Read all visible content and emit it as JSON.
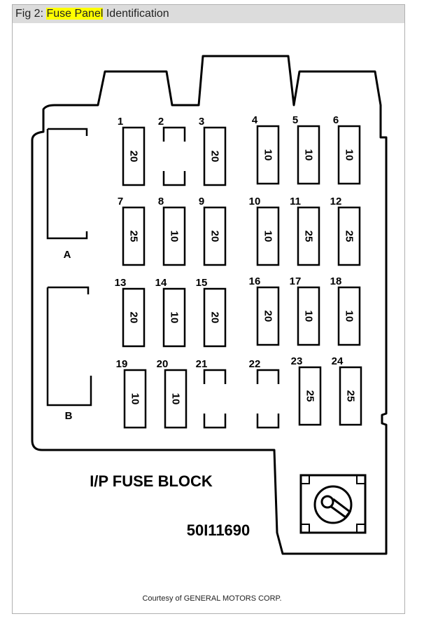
{
  "caption": {
    "prefix": "Fig 2: ",
    "highlight": "Fuse Panel",
    "suffix": " Identification",
    "highlight_color": "#ffff00",
    "bar_color": "#dcdcdc"
  },
  "diagram": {
    "block_label": "I/P FUSE BLOCK",
    "part_number": "50I11690",
    "relay_a_label": "A",
    "relay_b_label": "B",
    "fuses": [
      {
        "num": "1",
        "rating": "20"
      },
      {
        "num": "2",
        "rating": ""
      },
      {
        "num": "3",
        "rating": "20"
      },
      {
        "num": "4",
        "rating": "10"
      },
      {
        "num": "5",
        "rating": "10"
      },
      {
        "num": "6",
        "rating": "10"
      },
      {
        "num": "7",
        "rating": "25"
      },
      {
        "num": "8",
        "rating": "10"
      },
      {
        "num": "9",
        "rating": "20"
      },
      {
        "num": "10",
        "rating": "10"
      },
      {
        "num": "11",
        "rating": "25"
      },
      {
        "num": "12",
        "rating": "25"
      },
      {
        "num": "13",
        "rating": "20"
      },
      {
        "num": "14",
        "rating": "10"
      },
      {
        "num": "15",
        "rating": "20"
      },
      {
        "num": "16",
        "rating": "20"
      },
      {
        "num": "17",
        "rating": "10"
      },
      {
        "num": "18",
        "rating": "10"
      },
      {
        "num": "19",
        "rating": "10"
      },
      {
        "num": "20",
        "rating": "10"
      },
      {
        "num": "21",
        "rating": ""
      },
      {
        "num": "22",
        "rating": ""
      },
      {
        "num": "23",
        "rating": "25"
      },
      {
        "num": "24",
        "rating": "25"
      }
    ]
  },
  "credit": "Courtesy of GENERAL MOTORS CORP."
}
